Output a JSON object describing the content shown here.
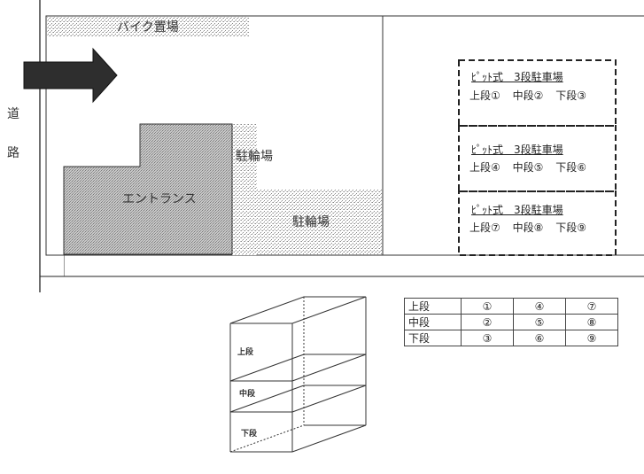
{
  "road": {
    "char1": "道",
    "char2": "路"
  },
  "site": {
    "bike_parking": "バイク置場",
    "entrance": "エントランス",
    "bicycle_parking_1": "駐輪場",
    "bicycle_parking_2": "駐輪場"
  },
  "parking_units": [
    {
      "title": "ﾋﾟｯﾄ式　3段駐車場",
      "slots": [
        "上段①",
        "中段②",
        "下段③"
      ]
    },
    {
      "title": "ﾋﾟｯﾄ式　3段駐車場",
      "slots": [
        "上段④",
        "中段⑤",
        "下段⑥"
      ]
    },
    {
      "title": "ﾋﾟｯﾄ式　3段駐車場",
      "slots": [
        "上段⑦",
        "中段⑧",
        "下段⑨"
      ]
    }
  ],
  "levels_diagram": {
    "upper": "上段",
    "middle": "中段",
    "lower": "下段"
  },
  "slot_table": {
    "rows": [
      {
        "level": "上段",
        "slots": [
          "①",
          "④",
          "⑦"
        ]
      },
      {
        "level": "中段",
        "slots": [
          "②",
          "⑤",
          "⑧"
        ]
      },
      {
        "level": "下段",
        "slots": [
          "③",
          "⑥",
          "⑨"
        ]
      }
    ]
  }
}
